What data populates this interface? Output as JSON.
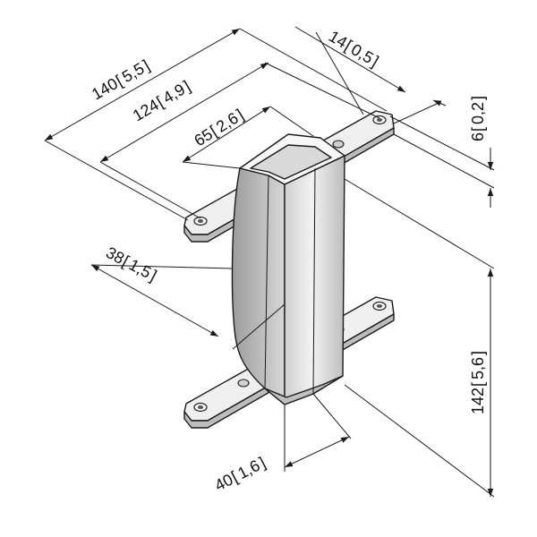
{
  "dimensions": {
    "overall_width": {
      "mm": "140",
      "inch": "5,5"
    },
    "hole_spacing": {
      "mm": "124",
      "inch": "4,9"
    },
    "column_width": {
      "mm": "65",
      "inch": "2,6"
    },
    "arm_width": {
      "mm": "14",
      "inch": "0,5"
    },
    "arm_thickness": {
      "mm": "6",
      "inch": "0,2"
    },
    "column_depth": {
      "mm": "38",
      "inch": "1,5"
    },
    "overall_height": {
      "mm": "142",
      "inch": "5,6"
    },
    "base_depth": {
      "mm": "40",
      "inch": "1,6"
    }
  },
  "colors": {
    "line": "#1a1a1a",
    "part_light": "#f4f4f4",
    "part_mid": "#d8d8d8",
    "part_dark": "#a8a8a8"
  }
}
